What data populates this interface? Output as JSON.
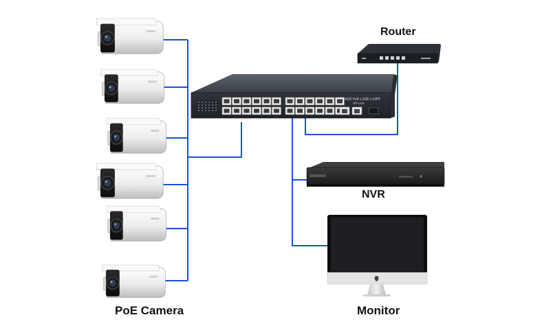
{
  "diagram": {
    "router_label": "Router",
    "nvr_label": "NVR",
    "camera_label": "PoE Camera",
    "monitor_label": "Monitor",
    "switch_text": "24GE PoE+2GE+1SFP",
    "switch_subtext": "UP-Link"
  },
  "colors": {
    "cable": "#1a4fd8",
    "switch_body": "#3a3f47",
    "camera_white": "#f2f2f2",
    "device_black": "#1c1c1c"
  },
  "icons": {
    "camera": "bullet-camera-icon",
    "switch": "poe-switch-icon",
    "router": "router-icon",
    "nvr": "nvr-icon",
    "monitor": "monitor-icon"
  }
}
